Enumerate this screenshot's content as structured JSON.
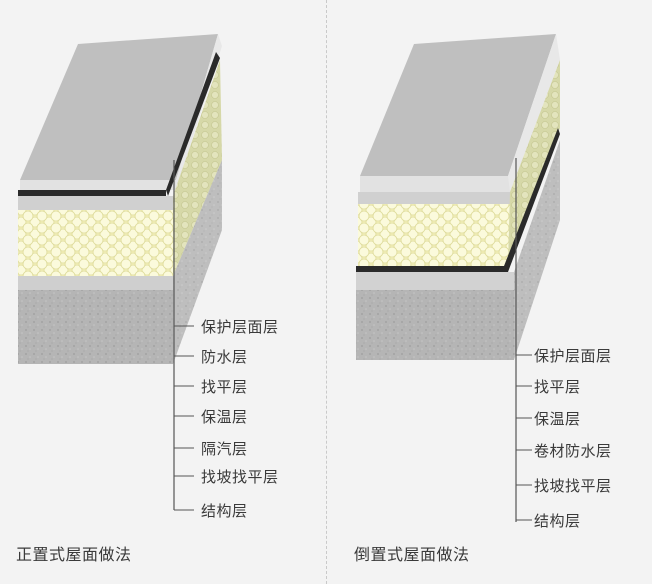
{
  "left_panel": {
    "caption": "正置式屋面做法",
    "layers": [
      {
        "label": "保护层面层"
      },
      {
        "label": "防水层"
      },
      {
        "label": "找平层"
      },
      {
        "label": "保温层"
      },
      {
        "label": "隔汽层"
      },
      {
        "label": "找坡找平层"
      },
      {
        "label": "结构层"
      }
    ]
  },
  "right_panel": {
    "caption": "倒置式屋面做法",
    "layers": [
      {
        "label": "保护层面层"
      },
      {
        "label": "找平层"
      },
      {
        "label": "保温层"
      },
      {
        "label": "卷材防水层"
      },
      {
        "label": "找坡找平层"
      },
      {
        "label": "结构层"
      }
    ]
  },
  "colors": {
    "background": "#f3f3f3",
    "top_slab": "#bdbdbd",
    "slab_edge": "#e4e4e4",
    "membrane": "#2b2b2b",
    "screed": "#d2d2d2",
    "insulation": "#f2f0b8",
    "structure": "#b3b3b3",
    "text": "#3a3a3a"
  }
}
